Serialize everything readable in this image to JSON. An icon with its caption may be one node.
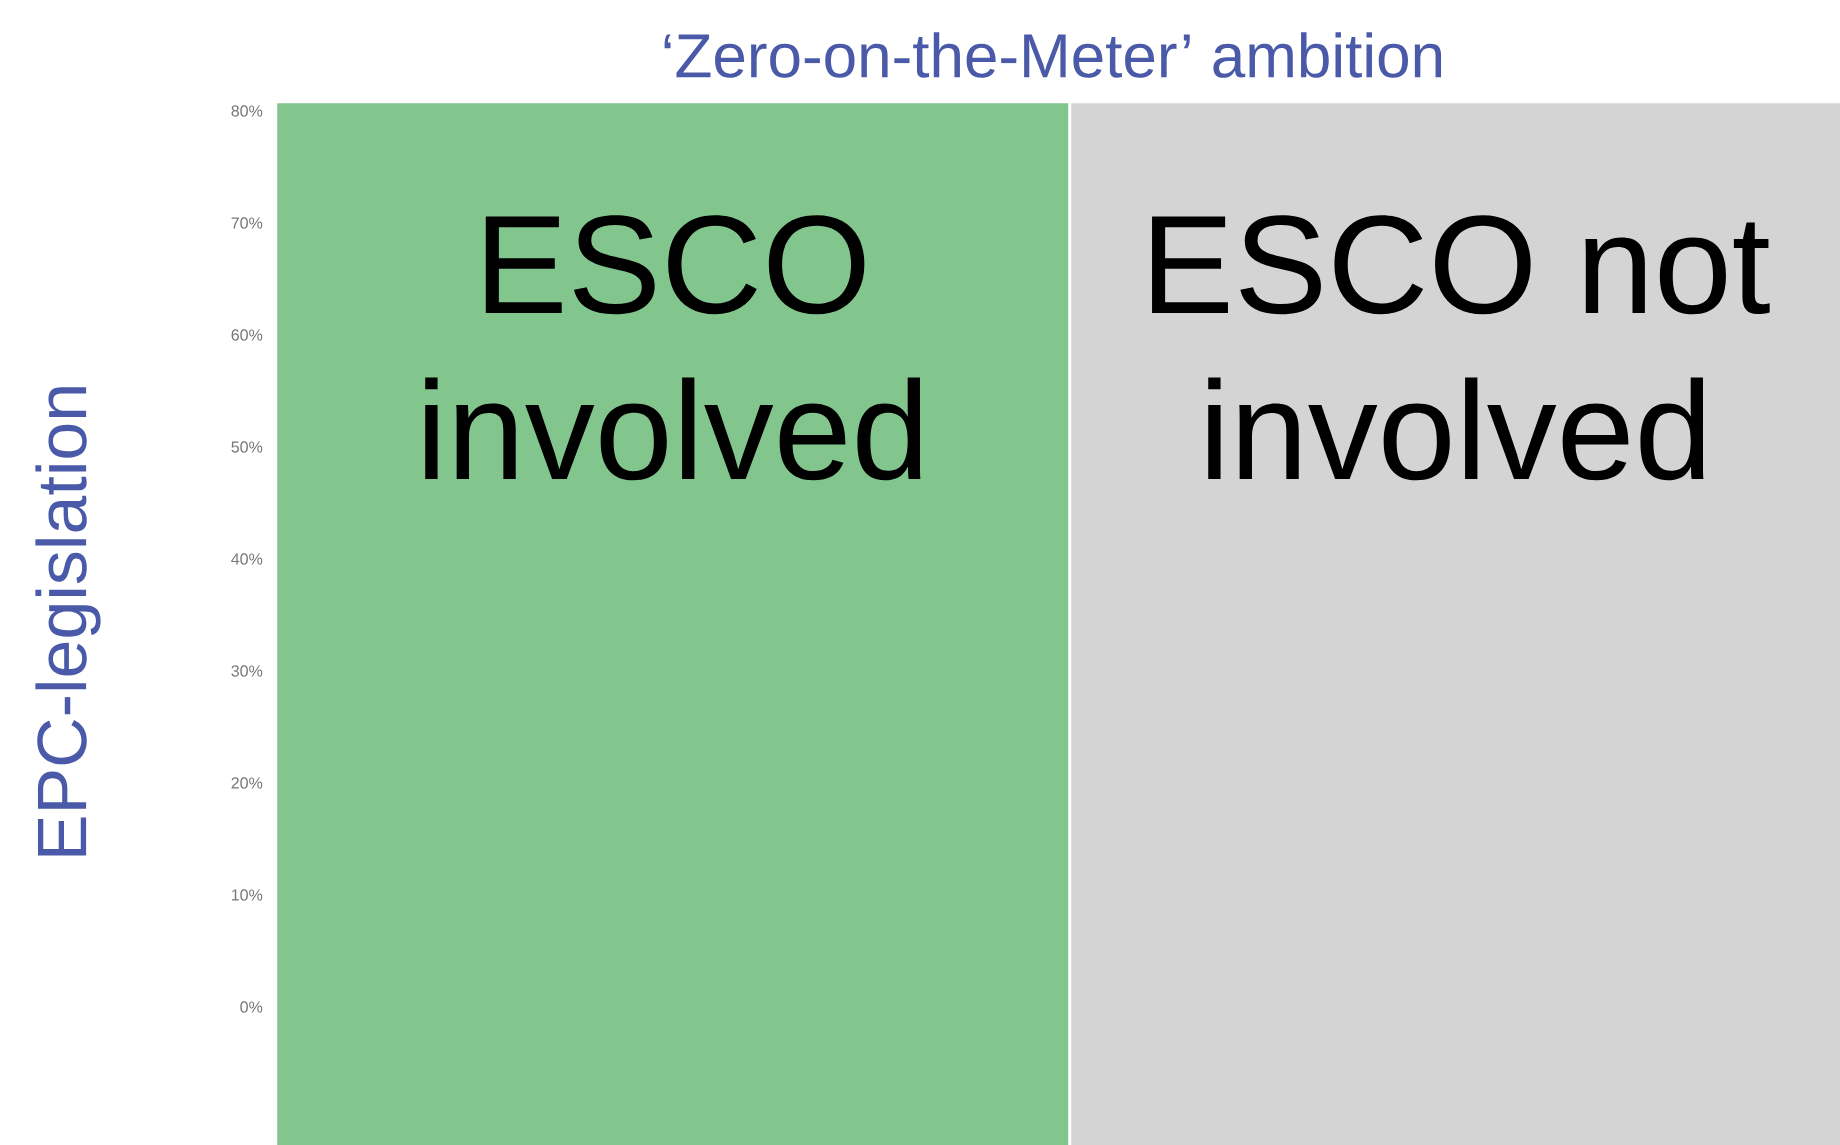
{
  "diagram": {
    "title": "‘Zero-on-the-Meter’ ambition",
    "nodes": [
      {
        "text": [
          "ESCO involved"
        ]
      },
      {
        "text": [
          "ESCO not involved"
        ]
      }
    ],
    "labels": [
      "EPC-legislation",
      "80%",
      "70%",
      "60%",
      "50%",
      "40%",
      "30%",
      "20%",
      "10%",
      "0%"
    ]
  }
}
